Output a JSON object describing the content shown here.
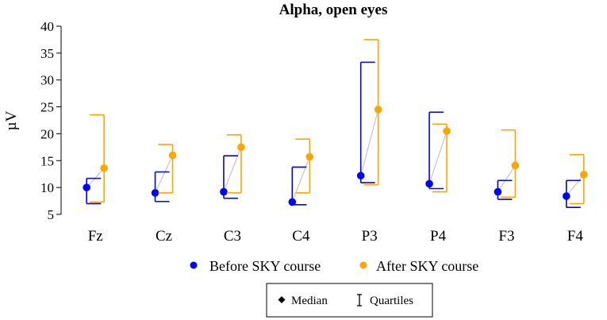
{
  "chart_data": {
    "type": "scatter",
    "title": "Alpha, open eyes",
    "ylabel": "µV",
    "xlabel": "",
    "ylim": [
      5,
      40
    ],
    "yticks": [
      5,
      10,
      15,
      20,
      25,
      30,
      35,
      40
    ],
    "categories": [
      "Fz",
      "Cz",
      "C3",
      "C4",
      "P3",
      "P4",
      "F3",
      "F4"
    ],
    "series": [
      {
        "name": "Before SKY course",
        "color": "#0000ff",
        "median": [
          10.0,
          9.0,
          9.2,
          7.3,
          12.2,
          10.7,
          9.2,
          8.4
        ],
        "q1": [
          7.0,
          7.4,
          8.0,
          6.8,
          10.9,
          9.8,
          7.8,
          6.3
        ],
        "q3": [
          11.7,
          12.9,
          15.9,
          13.8,
          33.3,
          24.0,
          11.3,
          11.3
        ]
      },
      {
        "name": "After SKY course",
        "color": "#ffa500",
        "median": [
          13.6,
          16.0,
          17.5,
          15.7,
          24.5,
          20.5,
          14.1,
          12.4
        ],
        "q1": [
          7.3,
          9.0,
          9.0,
          9.0,
          10.5,
          9.2,
          8.2,
          7.0
        ],
        "q3": [
          23.5,
          18.0,
          19.8,
          19.0,
          37.5,
          21.8,
          20.7,
          16.1
        ]
      }
    ],
    "connector_color": "#bbbbbb",
    "legend": {
      "position": "bottom",
      "items": [
        "Before SKY course",
        "After SKY course"
      ],
      "symbols": [
        {
          "icon": "diamond-icon",
          "label": "Median"
        },
        {
          "icon": "error-bar-icon",
          "label": "Quartiles"
        }
      ]
    },
    "grid": false
  }
}
